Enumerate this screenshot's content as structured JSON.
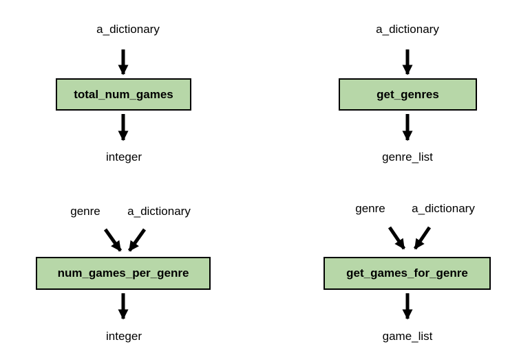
{
  "diagrams": [
    {
      "function": "total_num_games",
      "inputs": [
        "a_dictionary"
      ],
      "output": "integer"
    },
    {
      "function": "get_genres",
      "inputs": [
        "a_dictionary"
      ],
      "output": "genre_list"
    },
    {
      "function": "num_games_per_genre",
      "inputs": [
        "genre",
        "a_dictionary"
      ],
      "output": "integer"
    },
    {
      "function": "get_games_for_genre",
      "inputs": [
        "genre",
        "a_dictionary"
      ],
      "output": "game_list"
    }
  ],
  "colors": {
    "box_fill": "#b7d7a8",
    "box_border": "#000000",
    "arrow": "#000000"
  }
}
